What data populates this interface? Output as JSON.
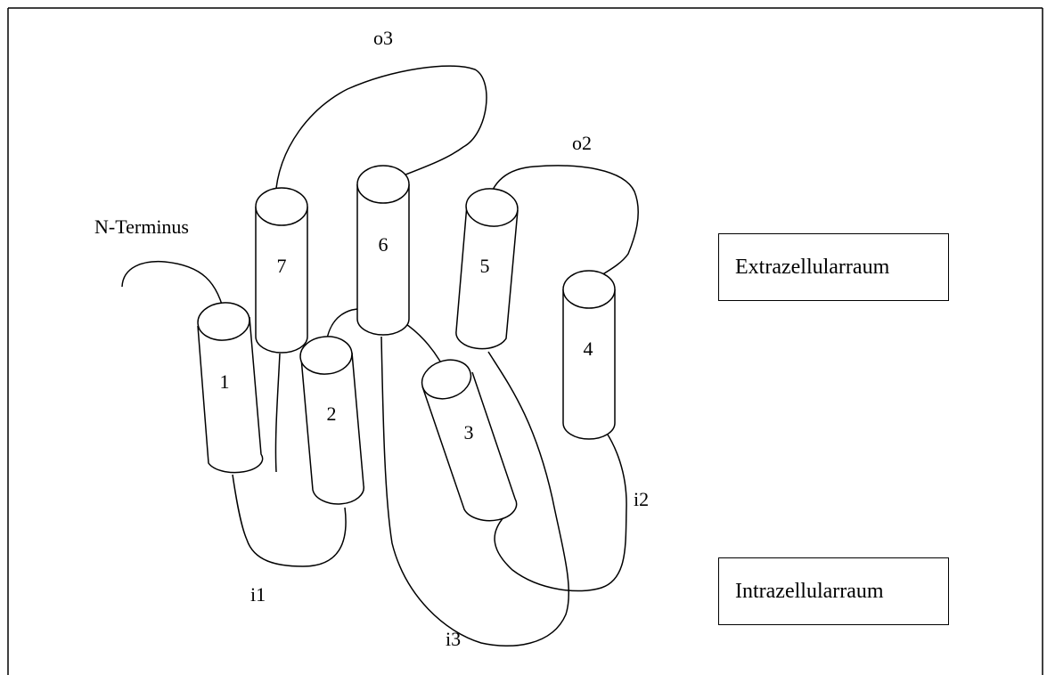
{
  "labels": {
    "n_terminus": "N-Terminus",
    "o2": "o2",
    "o3": "o3",
    "i1": "i1",
    "i2": "i2",
    "i3": "i3"
  },
  "helices": [
    "1",
    "2",
    "3",
    "4",
    "5",
    "6",
    "7"
  ],
  "regions": {
    "extracellular": "Extrazellularraum",
    "intracellular": "Intrazellularraum"
  }
}
